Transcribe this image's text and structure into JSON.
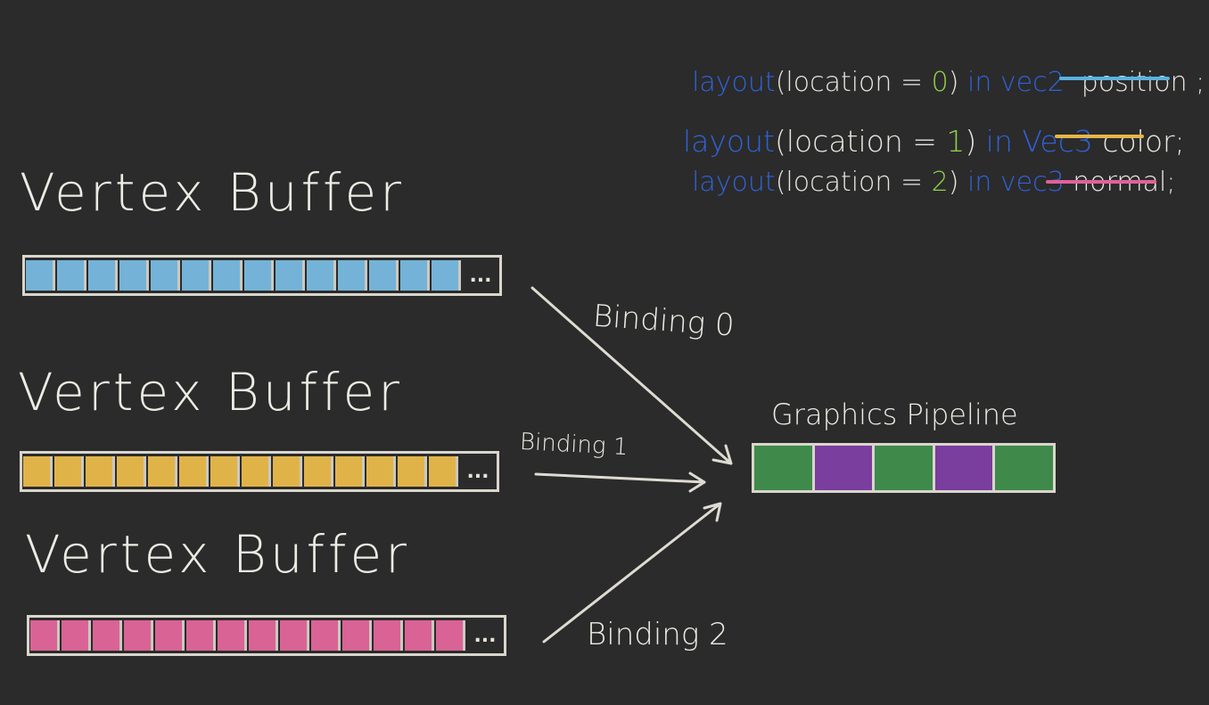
{
  "code_lines": [
    {
      "prefix": "layout",
      "open": "(location = ",
      "num": "0",
      "close": ")",
      "in": "in",
      "type": "vec2",
      "name": "position",
      "semi": ";",
      "underline_color": "#5ab2e2"
    },
    {
      "prefix": "layout",
      "open": "(location = ",
      "num": "1",
      "close": ")",
      "in": "in",
      "type": "Vec3",
      "name": "color",
      "semi": ";",
      "underline_color": "#e7b64a"
    },
    {
      "prefix": "layout",
      "open": "(location = ",
      "num": "2",
      "close": ")",
      "in": "in",
      "type": "vec3",
      "name": "normal",
      "semi": ";",
      "underline_color": "#e0609a"
    }
  ],
  "buffers": [
    {
      "title": "Vertex Buffer",
      "cells": 14,
      "color": "#7bbfe6",
      "ellipsis": "..."
    },
    {
      "title": "Vertex Buffer",
      "cells": 14,
      "color": "#f0bf4c",
      "ellipsis": "..."
    },
    {
      "title": "Vertex Buffer",
      "cells": 14,
      "color": "#e8689f",
      "ellipsis": "..."
    }
  ],
  "bindings": [
    "Binding 0",
    "Binding 1",
    "Binding 2"
  ],
  "pipeline": {
    "title": "Graphics Pipeline",
    "cells": [
      "#3f8a4a",
      "#7a3e9e",
      "#3f8a4a",
      "#7a3e9e",
      "#3f8a4a"
    ]
  }
}
